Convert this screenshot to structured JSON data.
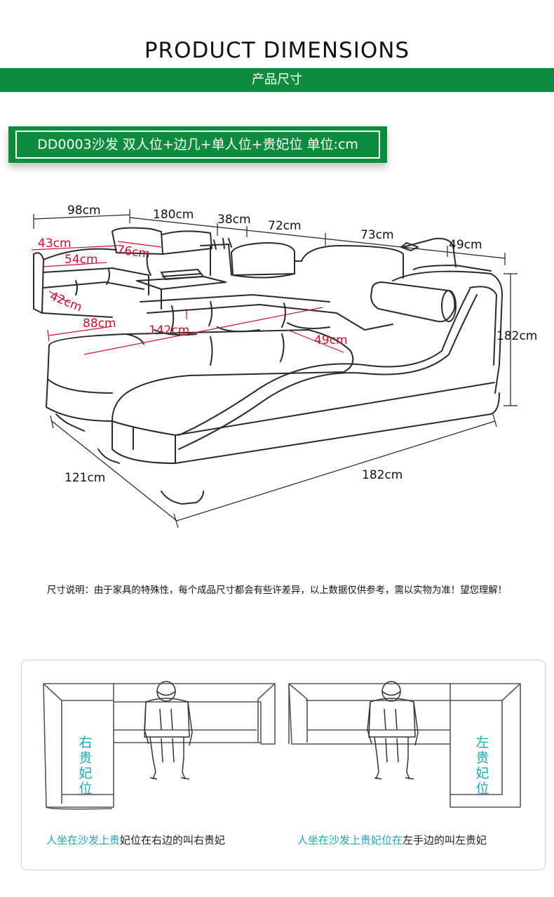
{
  "header": {
    "title_en": "PRODUCT DIMENSIONS",
    "title_cn": "产品尺寸",
    "model_label": "DD0003沙发 双人位+边几+单人位+贵妃位 单位:cm"
  },
  "dimensions": {
    "top_98": "98cm",
    "top_180": "180cm",
    "top_38": "38cm",
    "top_72": "72cm",
    "top_73": "73cm",
    "top_49": "49cm",
    "red_43": "43cm",
    "red_76": "76cm",
    "red_54": "54cm",
    "red_42": "42cm",
    "red_88": "88cm",
    "red_142": "142cm",
    "red_49": "49cm",
    "right_182": "182cm",
    "bottom_121": "121cm",
    "bottom_182": "182cm"
  },
  "note": "尺寸说明：由于家具的特殊性，每个成品尺寸都会有些许差异，以上数据仅供参考，需以实物为准！望您理解！",
  "orientation": {
    "left_label": [
      "右",
      "贵",
      "妃",
      "位"
    ],
    "right_label": [
      "左",
      "贵",
      "妃",
      "位"
    ],
    "left_caption_colored": "人坐在沙发上贵",
    "left_caption_dark": "妃位在右边的叫右贵妃",
    "right_caption_colored": "人坐在沙发上贵妃位在",
    "right_caption_dark": "左手边的叫左贵妃"
  },
  "colors": {
    "brand_green": "#0e8c3e",
    "dimension_red": "#c8102e",
    "label_cyan": "#1aa7b6"
  }
}
